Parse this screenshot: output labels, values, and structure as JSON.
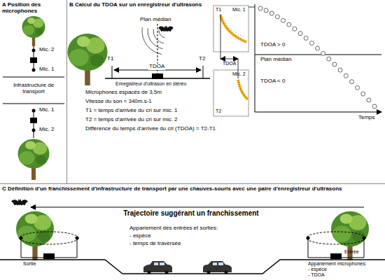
{
  "diagram": {
    "nodes": [
      {
        "text": [
          "A Position des microphones"
        ]
      },
      {
        "text": [
          "B Calcul du TDOA sur un enregistreur d'ultrasons"
        ]
      },
      {
        "text": [
          "C Définition d'un franchissement d'infrastructure de transport par une chauves-souris avec une paire d'enregistreur d'ultrasons"
        ]
      }
    ],
    "labels": [
      "Mic. 2",
      "Mic. 1",
      "Infrastructure de transport",
      "Mic. 1",
      "Mic. 2",
      "Plan médian",
      "T1",
      "TDOA",
      "T2",
      "Enregistreur d'ultrason en stéréo",
      "Microphones espacés de 3,5m",
      "Vitesse du son = 340m.s-1",
      "T1 = temps d'arrivée du cri sur mic. 1",
      "T2 = temps d'arrivée du cri sur mic. 2",
      "Différence du temps d'arrivée du cri (TDOA) = T2-T1",
      "T1",
      "Mic. 1",
      "TDOA",
      "Mic. 2",
      "T2",
      "TDOA > 0",
      "Plan médian",
      "TDOA < 0",
      "Temps",
      "Trajectoire suggérant un franchissement",
      "Appariement des entrées et sorties:",
      "- espèce",
      "- temps de traversée",
      "Sortie",
      "Entrée",
      "Appariement microphones:",
      "- espèce",
      "- TDOA"
    ]
  }
}
